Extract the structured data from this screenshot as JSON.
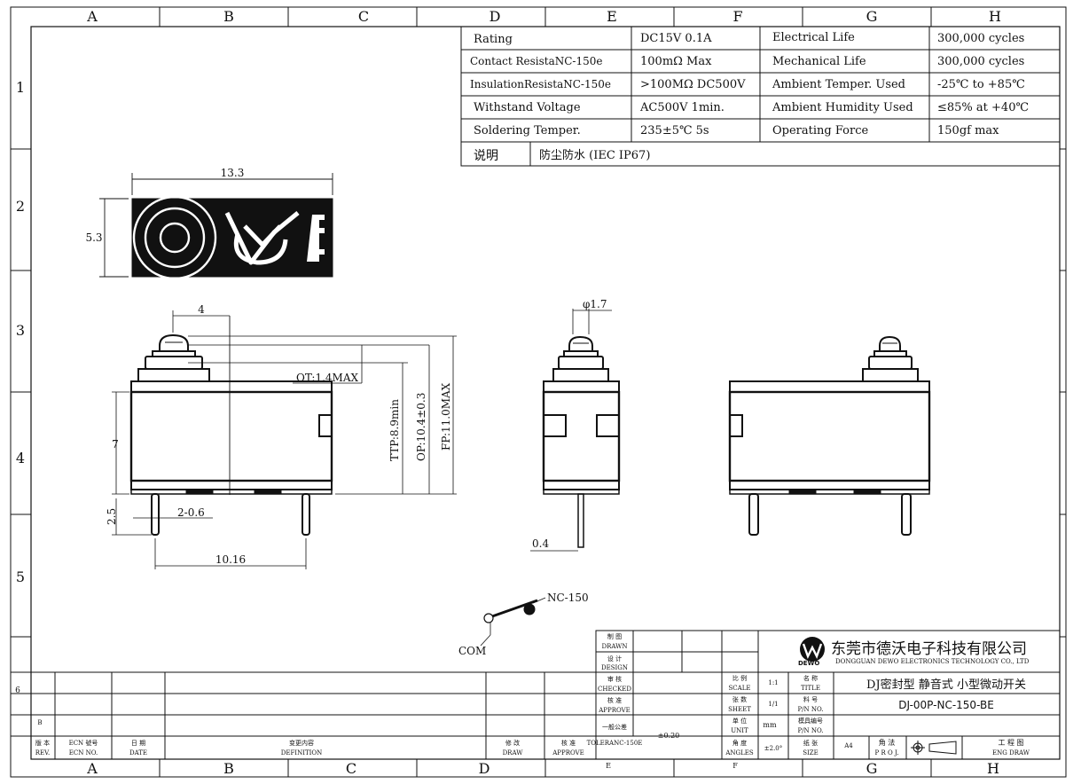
{
  "frame": {
    "columns": [
      "A",
      "B",
      "C",
      "D",
      "E",
      "F",
      "G",
      "H"
    ],
    "rows": [
      "1",
      "2",
      "3",
      "4",
      "5",
      "6"
    ]
  },
  "spec_table": {
    "rows": [
      [
        "Rating",
        "DC15V 0.1A",
        "Electrical Life",
        "300,000 cycles"
      ],
      [
        "Contact ResistaNC-150e",
        "100mΩ Max",
        "Mechanical Life",
        "300,000 cycles"
      ],
      [
        "InsulationResistaNC-150e",
        ">100MΩ DC500V",
        "Ambient Temper. Used",
        "-25℃ to +85℃"
      ],
      [
        "Withstand Voltage",
        "AC500V 1min.",
        "Ambient Humidity Used",
        "≤85% at +40℃"
      ],
      [
        "Soldering Temper.",
        "235±5℃ 5s",
        "Operating Force",
        "150gf max"
      ]
    ],
    "note_label": "说明",
    "note_value": "防尘防水 (IEC IP67)"
  },
  "dimensions": {
    "width": "13.3",
    "height": "5.3",
    "actuator_offset": "4",
    "ot": "OT:1.4MAX",
    "ttp": "TTP:8.9min",
    "op": "OP:10.4±0.3",
    "fp": "FP:11.0MAX",
    "body_height": "7",
    "pin_length": "2.5",
    "pin_dim": "2-0.6",
    "pin_pitch": "10.16",
    "actuator_dia": "φ1.7",
    "pin_thickness": "0.4"
  },
  "schematic": {
    "nc": "NC-150",
    "com": "COM"
  },
  "title_block": {
    "company_cn": "东莞市德沃电子科技有限公司",
    "company_en": "DONGGUAN DEWO ELECTRONICS TECHNOLOGY CO., LTD",
    "logo_text": "DEWO",
    "title": "DJ密封型 静音式 小型微动开关",
    "part_no": "DJ-00P-NC-150-BE",
    "labels": {
      "drawn": [
        "制 图",
        "DRAWN"
      ],
      "design": [
        "设 计",
        "DESIGN"
      ],
      "checked": [
        "审 核",
        "CHECKED"
      ],
      "approve": [
        "核 准",
        "APPROVE"
      ],
      "tolerance": [
        "一般公差",
        "TOLERANC-150E"
      ],
      "scale": [
        "比 例",
        "SCALE"
      ],
      "sheet": [
        "张 数",
        "SHEET"
      ],
      "unit": [
        "单 位",
        "UNIT"
      ],
      "angles": [
        "角 度",
        "ANGLES"
      ],
      "name": [
        "名 称",
        "TITLE"
      ],
      "pn": [
        "料 号",
        "P/N NO."
      ],
      "mold": [
        "模具编号",
        "P/N NO."
      ],
      "size": [
        "纸 张",
        "SIZE"
      ],
      "proj": [
        "角 法",
        "P R O J."
      ],
      "eng": [
        "工 程 图",
        "ENG DRAW"
      ]
    },
    "values": {
      "scale": "1:1",
      "sheet": "1/1",
      "unit": "mm",
      "angles": "±2.0°",
      "size": "A4",
      "tolerance": "±0.20"
    },
    "revision": {
      "row_label": "B",
      "rev": [
        "版 本",
        "REV."
      ],
      "ecn": [
        "ECN 號号",
        "ECN NO."
      ],
      "date": [
        "日 期",
        "DATE"
      ],
      "definition": [
        "变更内容",
        "DEFINITION"
      ],
      "draw": [
        "修 改",
        "DRAW"
      ],
      "approve": [
        "核 准",
        "APPROVE"
      ]
    }
  }
}
